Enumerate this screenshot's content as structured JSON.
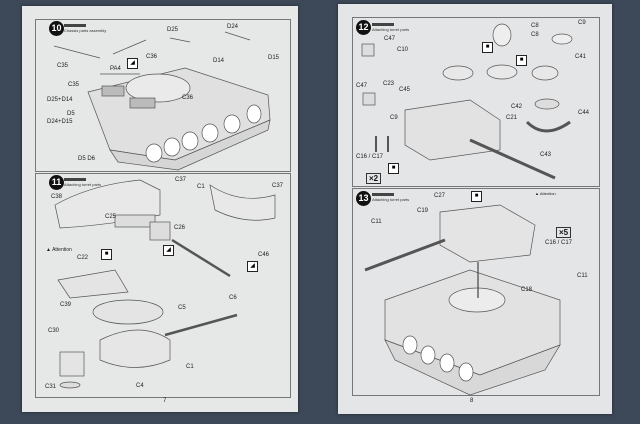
{
  "pages": [
    {
      "number": "7",
      "steps": [
        {
          "number": "10",
          "title": "Chassis parts assembly",
          "labels": [
            "C35",
            "PA4",
            "C36",
            "D25",
            "D24",
            "D14",
            "D15",
            "C35",
            "C36",
            "D25+D14",
            "D5",
            "D24+D15",
            "D5 D6"
          ]
        },
        {
          "number": "11",
          "title": "Attaching turret parts",
          "attention": "Attention",
          "labels": [
            "C38",
            "C37",
            "C1",
            "C37",
            "C25",
            "C26",
            "C46",
            "C22",
            "C39",
            "C5",
            "C6",
            "C30",
            "C1",
            "C31",
            "C4"
          ]
        }
      ]
    },
    {
      "number": "8",
      "steps": [
        {
          "number": "12",
          "title": "Attaching turret parts",
          "multiplier": "×2",
          "labels": [
            "C47",
            "C10",
            "C23",
            "C45",
            "C47",
            "C9",
            "C8",
            "C8",
            "C9",
            "C41",
            "C42",
            "C21",
            "C44",
            "C43",
            "C16 / C17"
          ]
        },
        {
          "number": "13",
          "title": "Attaching turret parts",
          "attention": "Attention",
          "multiplier": "×5",
          "labels": [
            "C27",
            "C11",
            "C19",
            "C16 / C17",
            "C11",
            "C18"
          ]
        }
      ]
    }
  ]
}
